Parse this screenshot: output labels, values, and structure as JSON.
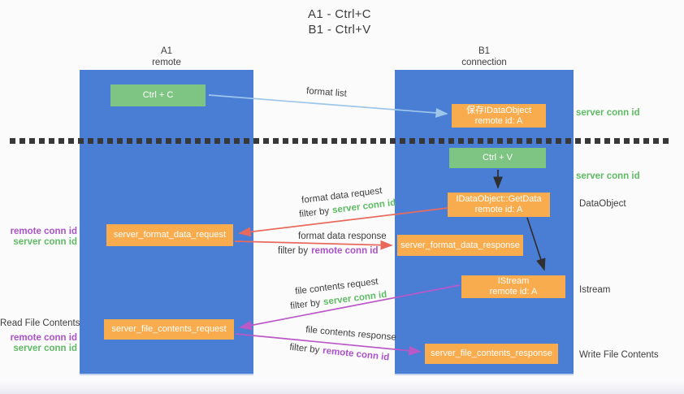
{
  "title": {
    "line1": "A1 - Ctrl+C",
    "line2": "B1 - Ctrl+V"
  },
  "lanes": {
    "a1": {
      "name": "A1",
      "subtitle": "remote"
    },
    "b1": {
      "name": "B1",
      "subtitle": "connection"
    }
  },
  "nodes": {
    "ctrl_c": {
      "label": "Ctrl + C"
    },
    "save_idataobject": {
      "line1": "保存IDataObject",
      "line2": "remote id: A"
    },
    "ctrl_v": {
      "label": "Ctrl + V"
    },
    "getdata": {
      "line1": "IDataObject::GetData",
      "line2": "remote id: A"
    },
    "format_request": {
      "label": "server_format_data_request"
    },
    "format_response": {
      "label": "server_format_data_response"
    },
    "istream": {
      "line1": "IStream",
      "line2": "remote id: A"
    },
    "file_request": {
      "label": "server_file_contents_request"
    },
    "file_response": {
      "label": "server_file_contents_response"
    }
  },
  "edge_labels": {
    "format_list": "format list",
    "format_data_request": "format data request",
    "format_data_response": "format data response",
    "file_contents_request": "file contents request",
    "file_contents_response": "file contents response",
    "filter_prefix": "filter by",
    "server_conn_id": "server conn id",
    "remote_conn_id": "remote conn id"
  },
  "side_labels": {
    "right": {
      "server_conn_id_top": "server conn id",
      "server_conn_id_mid": "server conn id",
      "dataobject": "DataObject",
      "istream": "Istream",
      "write_file_contents": "Write File Contents"
    },
    "left": {
      "remote_conn_id_mid": "remote conn id",
      "server_conn_id_mid": "server conn id",
      "read_file_contents": "Read File Contents",
      "remote_conn_id_bottom": "remote conn id",
      "server_conn_id_bottom": "server conn id"
    }
  },
  "colors": {
    "lane_blue": "#4A7ED4",
    "node_green": "#7EC584",
    "node_orange": "#F8AC4D",
    "arrow_light_blue": "#9DC6EA",
    "arrow_red": "#E96A5C",
    "arrow_magenta": "#BB58C8",
    "arrow_black": "#2F2F2F",
    "text_green": "#5EBB63",
    "text_purple": "#AB52C8"
  }
}
